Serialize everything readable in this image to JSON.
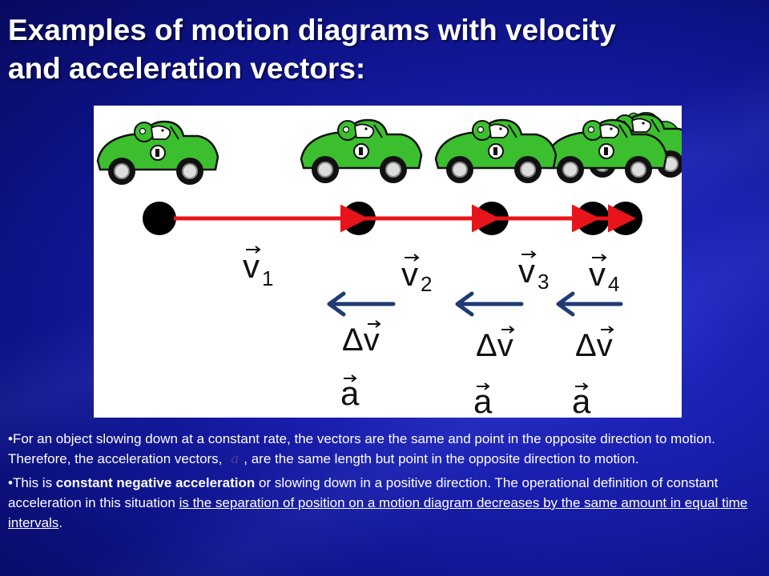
{
  "slide": {
    "title_line1": "Examples of motion diagrams with velocity",
    "title_line2": "and acceleration vectors:",
    "colors": {
      "background": "#1a1fb0",
      "velocity_arrow": "#e8141b",
      "delta_arrow": "#1f3b73",
      "car_body": "#3cbf2e",
      "dot": "#000000"
    }
  },
  "diagram": {
    "velocity_labels": [
      {
        "symbol": "v",
        "subscript": "1"
      },
      {
        "symbol": "v",
        "subscript": "2"
      },
      {
        "symbol": "v",
        "subscript": "3"
      },
      {
        "symbol": "v",
        "subscript": "4"
      }
    ],
    "delta_labels": [
      "Δv",
      "Δv",
      "Δv"
    ],
    "accel_labels": [
      "a",
      "a",
      "a"
    ],
    "icons": [
      "car-icon"
    ]
  },
  "notes": {
    "p1_text": "•For an object slowing down at a constant rate, the vectors are the same and point in the opposite direction to motion.  Therefore, the acceleration vectors, ",
    "p1_symbol": "a",
    "p1_tail": ", are the same length but point in the opposite direction to motion.",
    "p2_bullet": "•This is ",
    "p2_bold": "constant negative acceleration",
    "p2_middle": " or slowing down in a positive direction.  The operational definition of constant acceleration in this situation ",
    "p2_underlined": "is the separation of position on a motion diagram decreases by the same amount in equal time intervals",
    "p2_end": "."
  }
}
